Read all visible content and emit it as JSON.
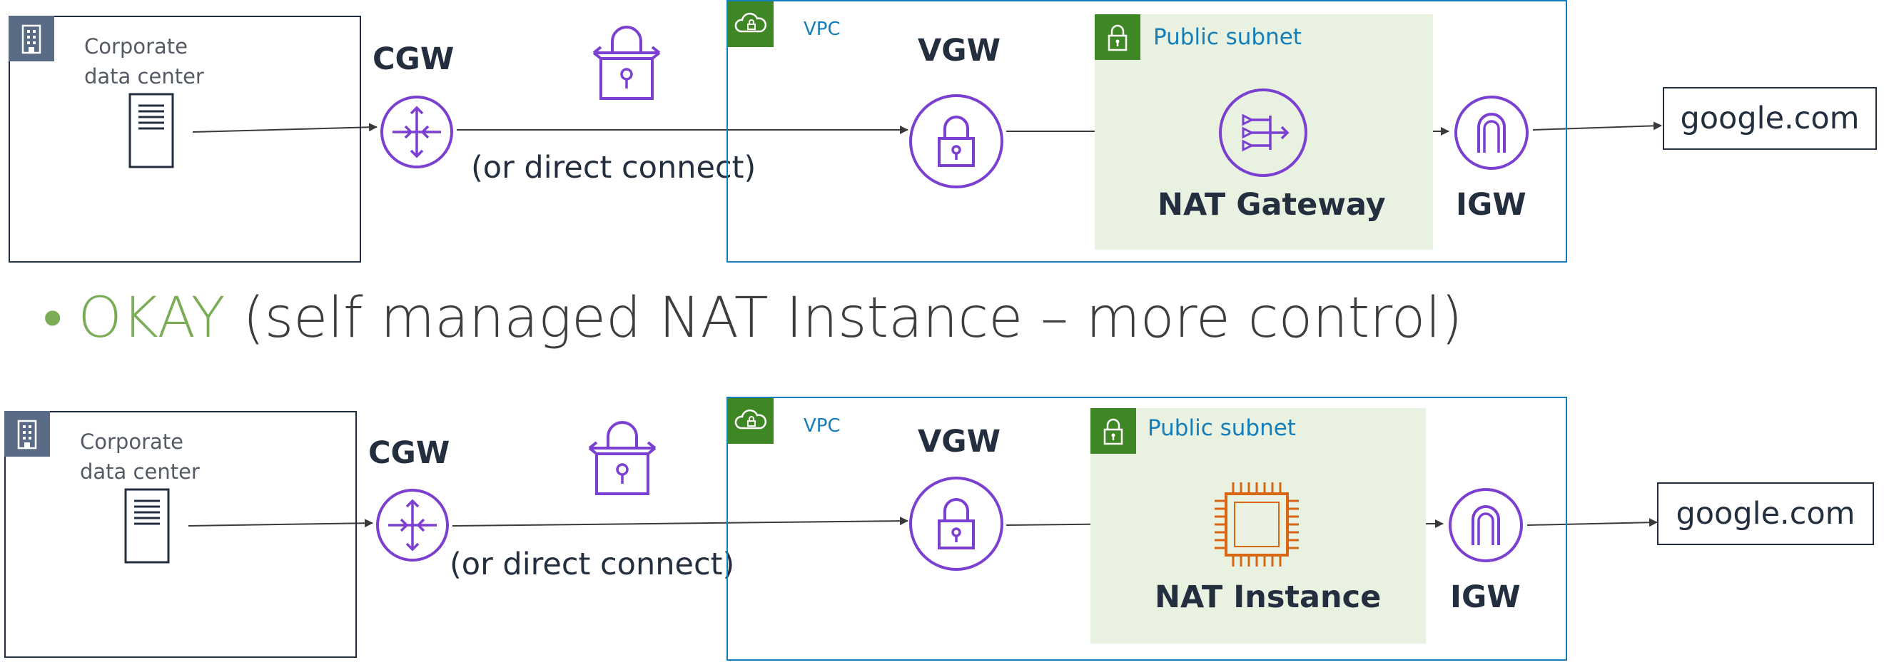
{
  "diagrams": [
    {
      "datacenter_label": "Corporate\ndata center",
      "cgw_label": "CGW",
      "vpn_note": "(or direct connect)",
      "vpc_label": "VPC",
      "vgw_label": "VGW",
      "subnet_label": "Public subnet",
      "nat_label": "NAT Gateway",
      "igw_label": "IGW",
      "destination": "google.com",
      "nat_icon": "nat-gateway-icon"
    },
    {
      "datacenter_label": "Corporate\ndata center",
      "cgw_label": "CGW",
      "vpn_note": "(or direct connect)",
      "vpc_label": "VPC",
      "vgw_label": "VGW",
      "subnet_label": "Public subnet",
      "nat_label": "NAT Instance",
      "igw_label": "IGW",
      "destination": "google.com",
      "nat_icon": "ec2-instance-icon"
    }
  ],
  "bullet": {
    "highlight": "OKAY",
    "rest": " (self managed NAT Instance – more control)"
  },
  "colors": {
    "purple": "#7b3fd1",
    "green": "#3f8624",
    "orange": "#d86613",
    "vpc_border": "#147eba",
    "okay": "#7aad55"
  }
}
